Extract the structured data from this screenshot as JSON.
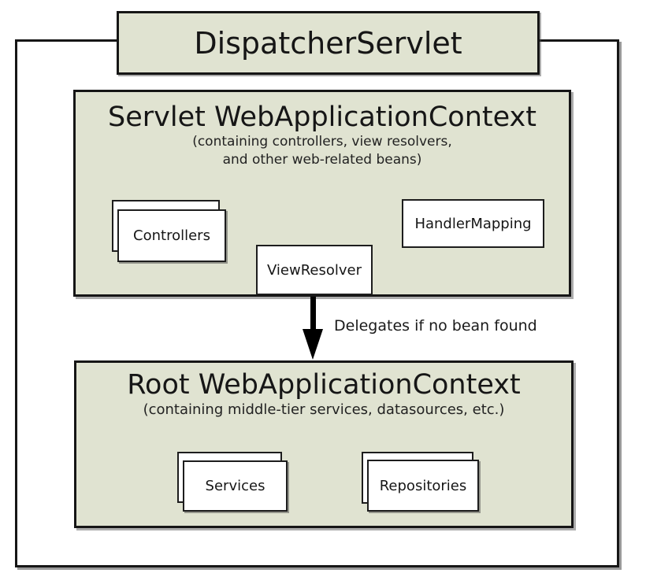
{
  "diagram": {
    "dispatcher_box": {
      "label": "DispatcherServlet"
    },
    "servlet_context": {
      "title": "Servlet WebApplicationContext",
      "subtitle_line1": "(containing controllers, view resolvers,",
      "subtitle_line2": "and other web-related beans)",
      "beans": [
        {
          "label": "Controllers",
          "stacked": true
        },
        {
          "label": "ViewResolver",
          "stacked": false
        },
        {
          "label": "HandlerMapping",
          "stacked": false
        }
      ]
    },
    "arrow": {
      "label": "Delegates if no bean found",
      "direction": "down"
    },
    "root_context": {
      "title": "Root WebApplicationContext",
      "subtitle_line1": "(containing middle-tier services, datasources, etc.)",
      "beans": [
        {
          "label": "Services",
          "stacked": true
        },
        {
          "label": "Repositories",
          "stacked": true
        }
      ]
    },
    "colors": {
      "context_fill": "#e0e3d1",
      "border": "#161616",
      "background": "#ffffff",
      "arrow": "#000000"
    }
  }
}
